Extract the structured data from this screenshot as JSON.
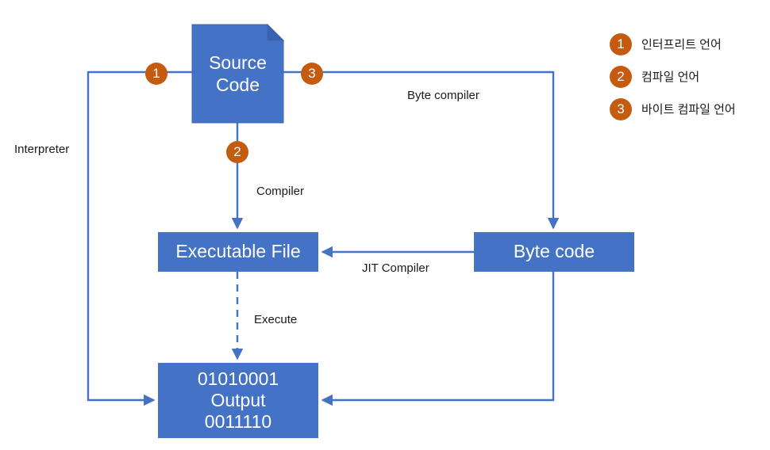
{
  "diagram": {
    "title": "Language execution model diagram",
    "colors": {
      "node_fill": "#4472C4",
      "badge_fill": "#C55A11",
      "line": "#4472C4",
      "text_on_node": "#FFFFFF",
      "label_text": "#1A1A1A",
      "background": "#FFFFFF"
    },
    "nodes": {
      "source_code": {
        "line1": "Source",
        "line2": "Code",
        "shape": "document-folded-corner"
      },
      "executable_file": {
        "label": "Executable File",
        "shape": "rectangle"
      },
      "byte_code": {
        "label": "Byte code",
        "shape": "rectangle"
      },
      "output": {
        "line1": "01010001",
        "line2": "Output",
        "line3": "0011110",
        "shape": "rectangle"
      }
    },
    "edge_labels": {
      "interpreter": "Interpreter",
      "byte_compiler": "Byte compiler",
      "compiler": "Compiler",
      "jit_compiler": "JIT Compiler",
      "execute": "Execute"
    },
    "badges": {
      "one": "1",
      "two": "2",
      "three": "3"
    }
  },
  "legend": {
    "items": [
      {
        "number": "1",
        "label": "인터프리트 언어"
      },
      {
        "number": "2",
        "label": "컴파일 언어"
      },
      {
        "number": "3",
        "label": "바이트 컴파일 언어"
      }
    ]
  }
}
